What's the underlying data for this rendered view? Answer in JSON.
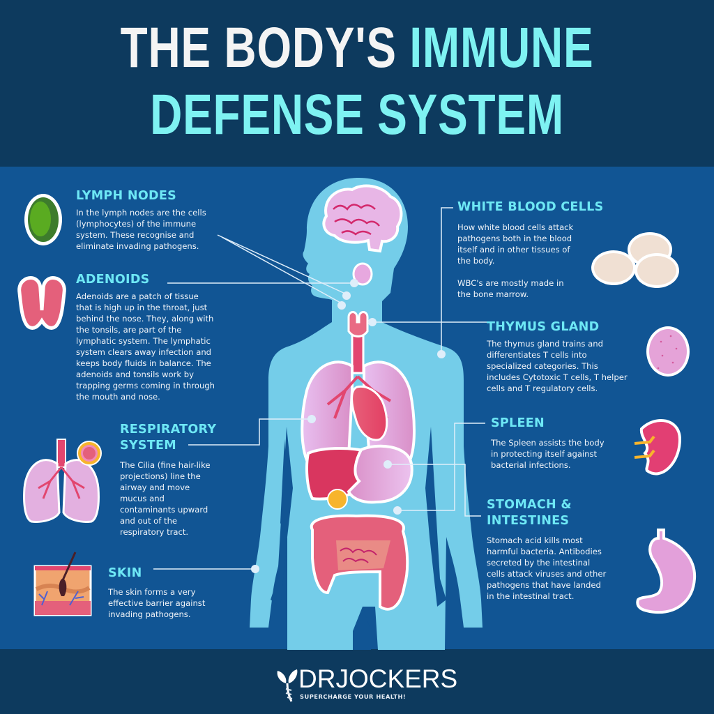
{
  "header": {
    "title_part1": "THE BODY'S",
    "title_part2": "IMMUNE",
    "title_line2": "DEFENSE SYSTEM"
  },
  "sections": {
    "lymph_nodes": {
      "title": "LYMPH NODES",
      "body": "In the lymph nodes are the cells\n(lymphocytes) of the immune\nsystem. These recognise and\neliminate invading pathogens.",
      "icon": "lymphocyte-cell-icon"
    },
    "adenoids": {
      "title": "ADENOIDS",
      "body": "Adenoids are a patch of tissue\nthat is high up in the throat, just\nbehind the nose. They, along with\nthe tonsils, are part of the\nlymphatic system. The lymphatic\nsystem clears away infection and\nkeeps body fluids in balance. The\nadenoids and tonsils work by\ntrapping germs coming in through\nthe mouth and nose.",
      "icon": "adenoids-icon"
    },
    "respiratory": {
      "title_line1": "RESPIRATORY",
      "title_line2": "SYSTEM",
      "body": "The Cilia (fine hair-like\nprojections) line the\nairway and move\nmucus and\ncontaminants upward\nand out of the\nrespiratory tract.",
      "icon": "lungs-icon"
    },
    "skin": {
      "title": "SKIN",
      "body": "The skin forms a very\neffective barrier against\ninvading pathogens.",
      "icon": "skin-cross-section-icon"
    },
    "white_blood_cells": {
      "title": "WHITE BLOOD CELLS",
      "body": "How white blood cells attack\npathogens both in the blood\nitself and in other tissues of\nthe body.\n\nWBC's are mostly made in\nthe bone marrow.",
      "icon": "white-blood-cells-icon"
    },
    "thymus": {
      "title": "THYMUS GLAND",
      "body": "The thymus gland trains and\ndifferentiates T cells into\nspecialized categories. This\nincludes Cytotoxic T cells, T helper\ncells and T regulatory cells.",
      "icon": "thymus-cell-icon"
    },
    "spleen": {
      "title": "SPLEEN",
      "body": "The Spleen assists the body\nin protecting itself against\nbacterial infections.",
      "icon": "spleen-icon"
    },
    "stomach": {
      "title_line1": "STOMACH &",
      "title_line2": "INTESTINES",
      "body": "Stomach acid kills most\nharmful bacteria. Antibodies\nsecreted by the intestinal\ncells attack viruses and other\npathogens that have landed\nin the intestinal tract.",
      "icon": "stomach-icon"
    }
  },
  "footer": {
    "brand": "DRJOCKERS",
    "tagline": "SUPERCHARGE YOUR HEALTH!"
  },
  "colors": {
    "header_bg": "#0d3a5e",
    "main_bg": "#115594",
    "accent_cyan": "#6ee8f5",
    "body_silhouette": "#74cde9",
    "organ_pink": "#e2466f",
    "organ_lilac": "#dca6dc"
  }
}
